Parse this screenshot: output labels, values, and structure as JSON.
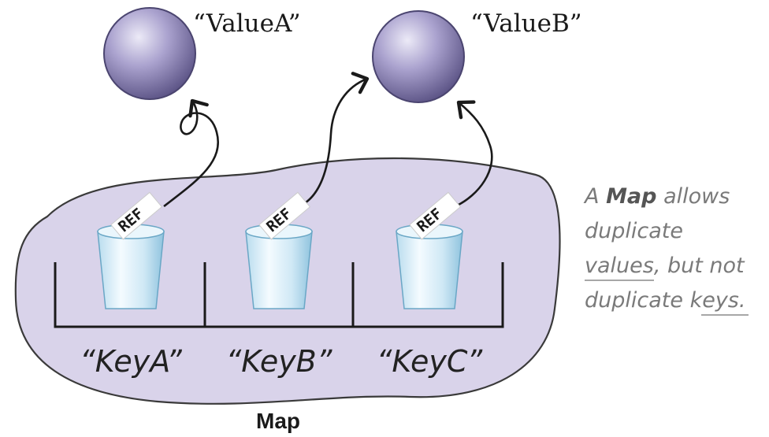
{
  "values": [
    {
      "label": "“ValueA”"
    },
    {
      "label": "“ValueB”"
    }
  ],
  "keys": [
    {
      "label": "“KeyA”",
      "ref_label": "REF"
    },
    {
      "label": "“KeyB”",
      "ref_label": "REF"
    },
    {
      "label": "“KeyC”",
      "ref_label": "REF"
    }
  ],
  "map_label": "Map",
  "note": {
    "line1_prefix": "A ",
    "line1_strong": "Map",
    "line1_suffix": " allows",
    "line2": "duplicate",
    "line3_under": "values",
    "line3_suffix": ", but not",
    "line4_prefix": "duplicate ",
    "line4_under": "keys",
    "line4_suffix": "."
  },
  "colors": {
    "blob_fill": "#d9d3ea",
    "blob_stroke": "#3a3a3a",
    "sphere_light": "#d8d3ec",
    "sphere_mid": "#9c93c2",
    "sphere_dark": "#5e5688",
    "cup_fill": "#d7ecf6",
    "note_text": "#7a7a7a"
  }
}
